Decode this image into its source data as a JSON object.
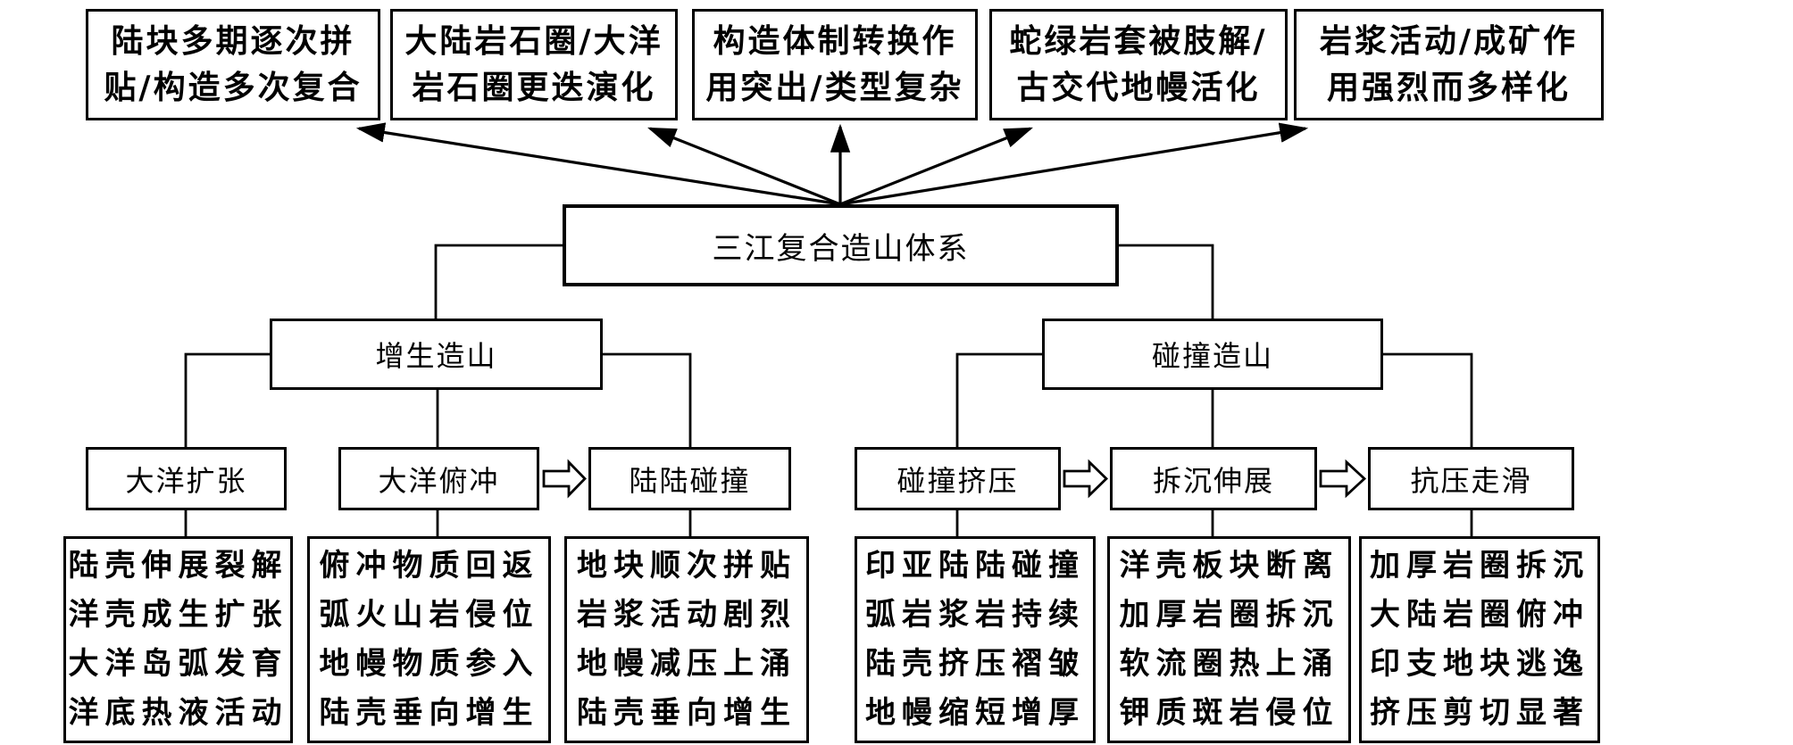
{
  "root": {
    "title": "三江复合造山体系"
  },
  "top_boxes": [
    {
      "line1": "陆块多期逐次拼",
      "line2": "贴/构造多次复合"
    },
    {
      "line1": "大陆岩石圈/大洋",
      "line2": "岩石圈更迭演化"
    },
    {
      "line1": "构造体制转换作",
      "line2": "用突出/类型复杂"
    },
    {
      "line1": "蛇绿岩套被肢解/",
      "line2": "古交代地幔活化"
    },
    {
      "line1": "岩浆活动/成矿作",
      "line2": "用强烈而多样化"
    }
  ],
  "branches": [
    {
      "label": "增生造山"
    },
    {
      "label": "碰撞造山"
    }
  ],
  "processes": [
    {
      "label": "大洋扩张"
    },
    {
      "label": "大洋俯冲"
    },
    {
      "label": "陆陆碰撞"
    },
    {
      "label": "碰撞挤压"
    },
    {
      "label": "拆沉伸展"
    },
    {
      "label": "抗压走滑"
    }
  ],
  "details": [
    {
      "lines": [
        "陆壳伸展裂解",
        "洋壳成生扩张",
        "大洋岛弧发育",
        "洋底热液活动"
      ]
    },
    {
      "lines": [
        "俯冲物质回返",
        "弧火山岩侵位",
        "地幔物质参入",
        "陆壳垂向增生"
      ]
    },
    {
      "lines": [
        "地块顺次拼贴",
        "岩浆活动剧烈",
        "地幔减压上涌",
        "陆壳垂向增生"
      ]
    },
    {
      "lines": [
        "印亚陆陆碰撞",
        "弧岩浆岩持续",
        "陆壳挤压褶皱",
        "地幔缩短增厚"
      ]
    },
    {
      "lines": [
        "洋壳板块断离",
        "加厚岩圈拆沉",
        "软流圈热上涌",
        "钾质斑岩侵位"
      ]
    },
    {
      "lines": [
        "加厚岩圈拆沉",
        "大陆岩圈俯冲",
        "印支地块逃逸",
        "挤压剪切显著"
      ]
    }
  ],
  "colors": {
    "line": "#000000",
    "background": "#ffffff"
  }
}
